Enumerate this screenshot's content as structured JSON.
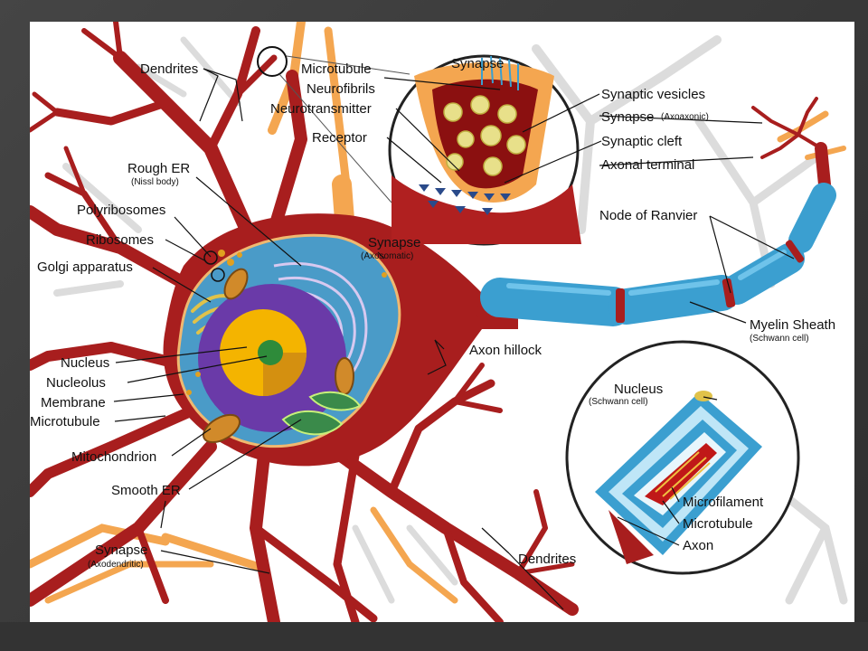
{
  "colors": {
    "background": "#ffffff",
    "neuron": "#a81e1e",
    "cytoplasm": "#4a9bc8",
    "nucleus": "#6a3aa8",
    "nucleolus": "#2e8b3a",
    "myelin": "#3b9fd0",
    "terminal": "#f4a650"
  },
  "labels": {
    "dendrites_top": "Dendrites",
    "rough_er": "Rough ER",
    "rough_er_sub": "(Nissl body)",
    "polyribosomes": "Polyribosomes",
    "ribosomes": "Ribosomes",
    "golgi": "Golgi apparatus",
    "nucleus": "Nucleus",
    "nucleolus": "Nucleolus",
    "membrane": "Membrane",
    "microtubule_left": "Microtubule",
    "mitochondrion": "Mitochondrion",
    "smooth_er": "Smooth ER",
    "synapse_axodendritic": "Synapse",
    "synapse_axodendritic_sub": "(Axodendritic)",
    "dendrites_bottom": "Dendrites",
    "synapse_axosomatic": "Synapse",
    "synapse_axosomatic_sub": "(Axosomatic)",
    "axon_hillock": "Axon hillock",
    "microtubule_top": "Microtubule",
    "neurofibrils": "Neurofibrils",
    "neurotransmitter": "Neurotransmitter",
    "receptor": "Receptor",
    "synapse_inset": "Synapse",
    "synaptic_vesicles": "Synaptic vesicles",
    "synapse_axoaxonic": "Synapse",
    "synapse_axoaxonic_sub": "(Axoaxonic)",
    "synaptic_cleft": "Synaptic cleft",
    "axonal_terminal": "Axonal terminal",
    "node_of_ranvier": "Node of Ranvier",
    "myelin_sheath": "Myelin Sheath",
    "myelin_sheath_sub": "(Schwann cell)",
    "schwann_nucleus": "Nucleus",
    "schwann_nucleus_sub": "(Schwann cell)",
    "microfilament": "Microfilament",
    "microtubule_inset": "Microtubule",
    "axon": "Axon"
  }
}
